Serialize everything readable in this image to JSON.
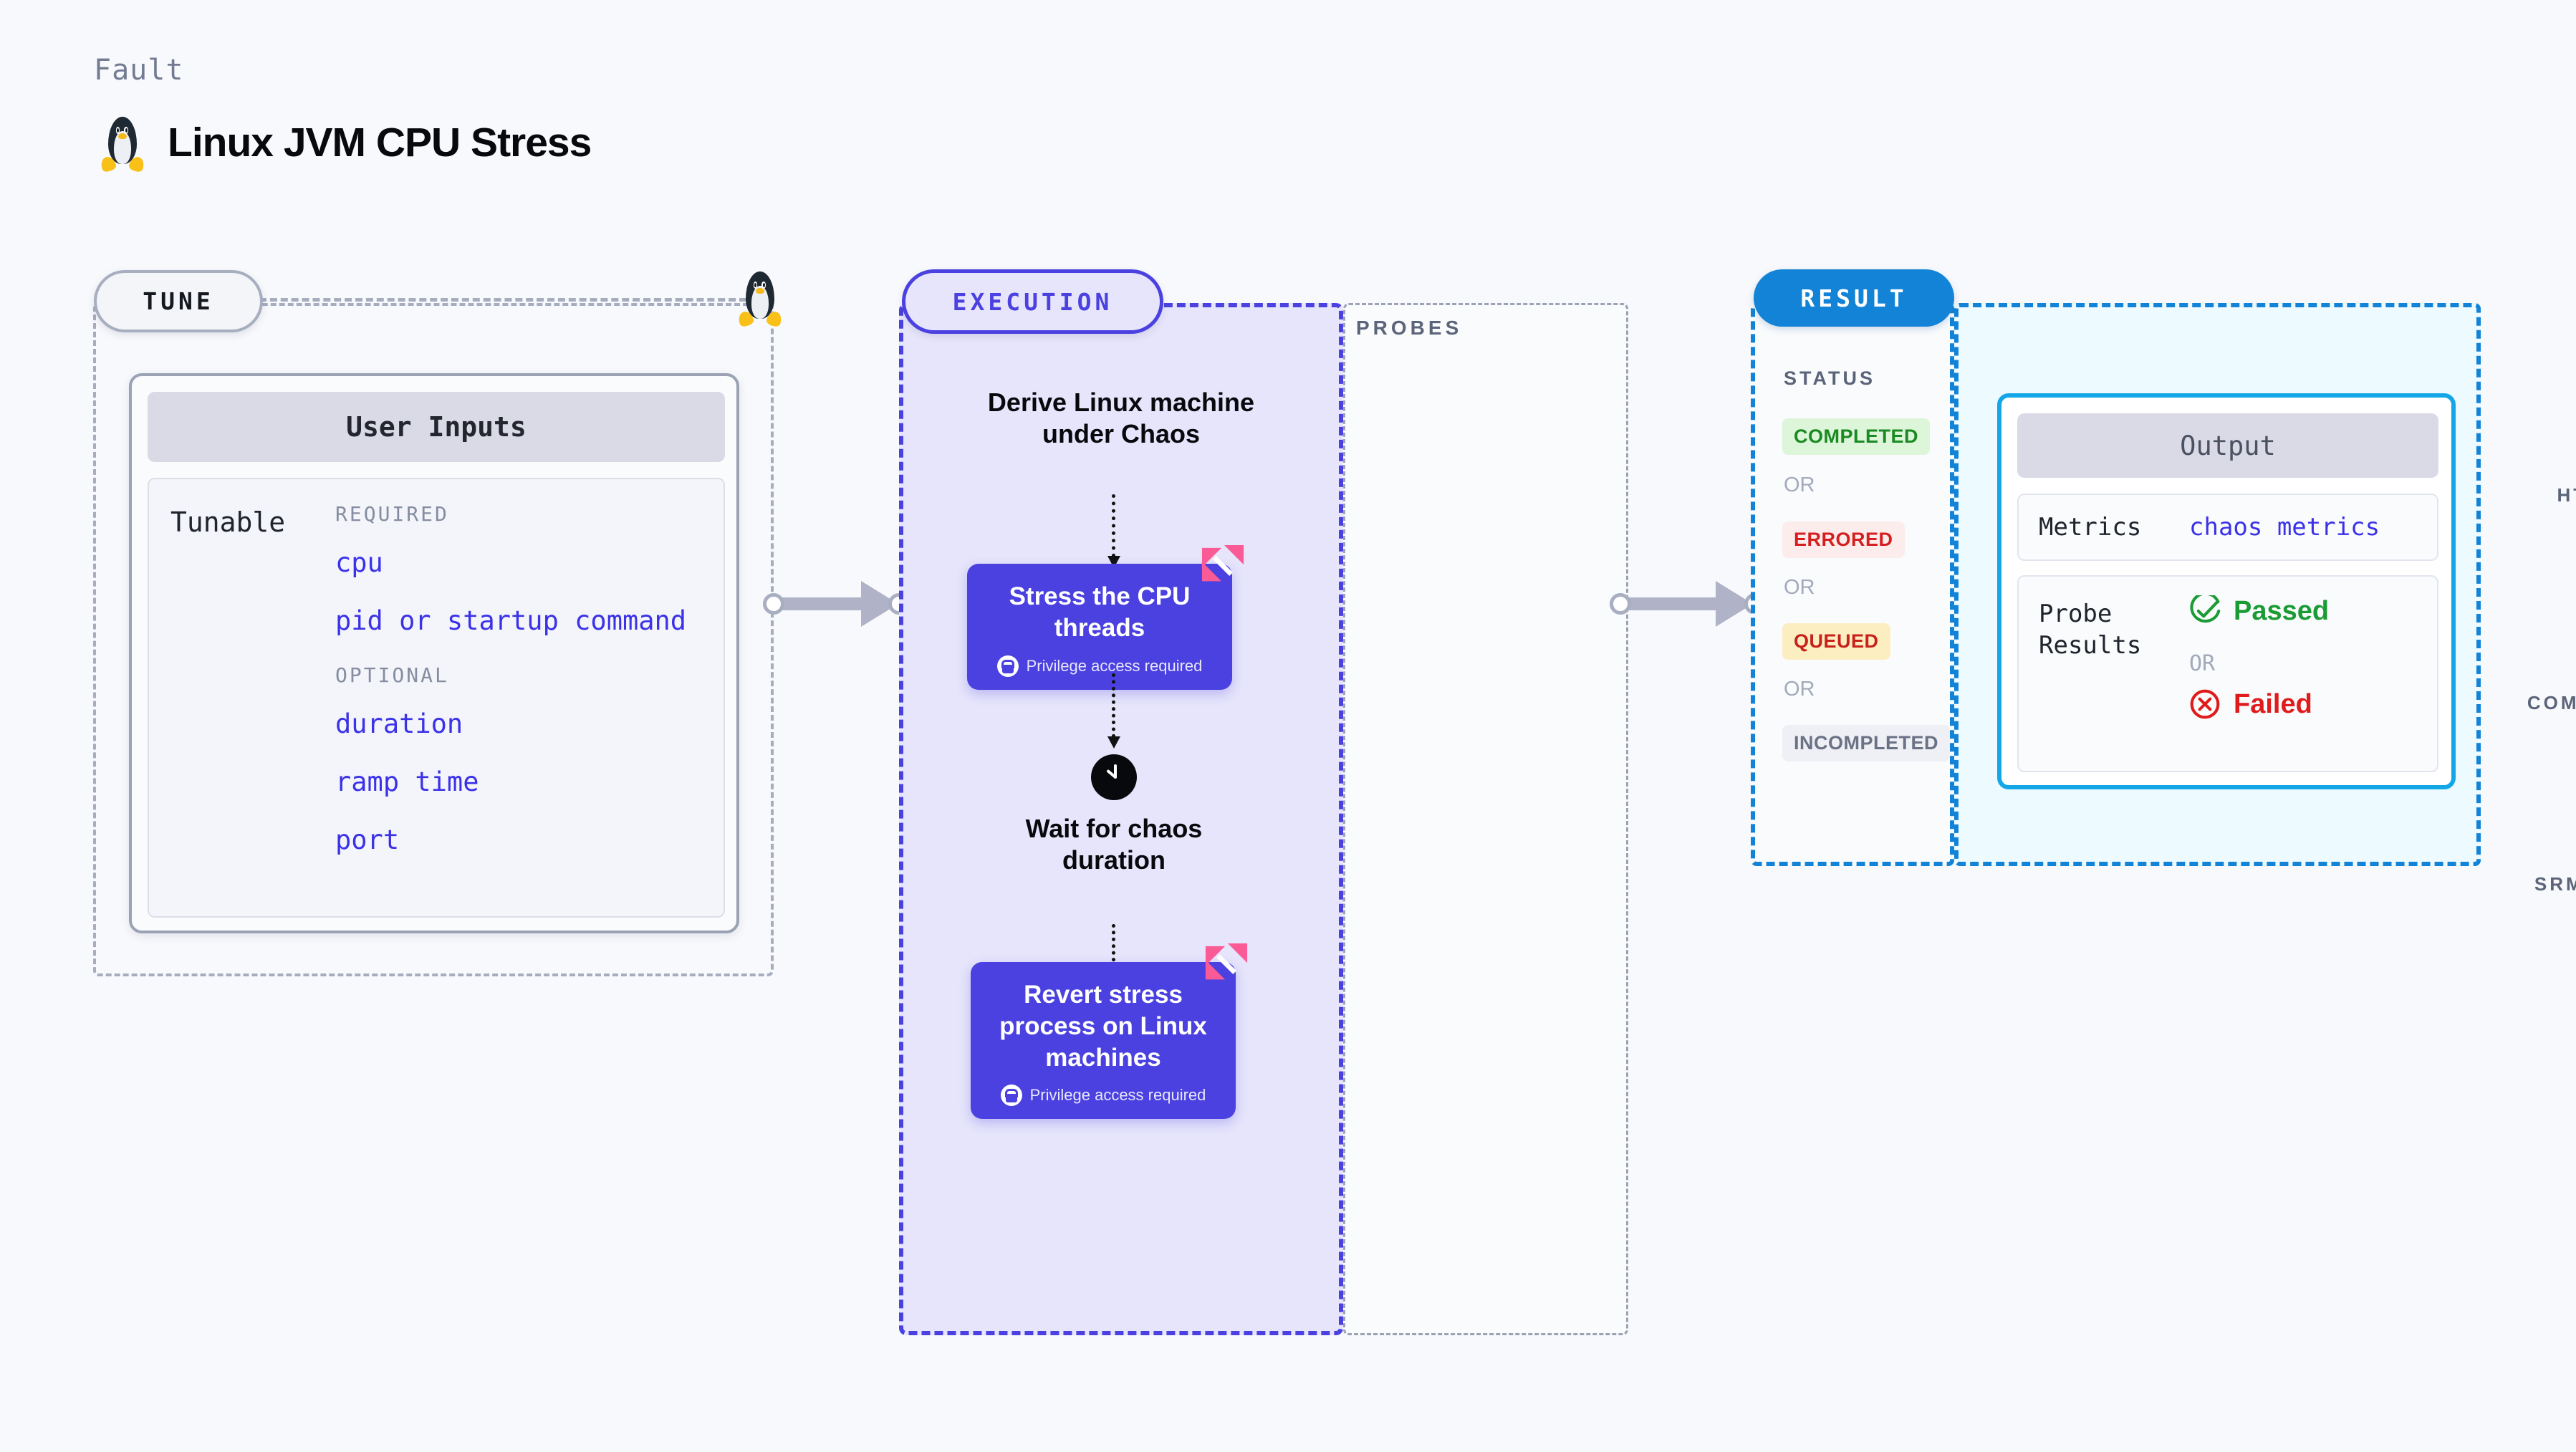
{
  "header": {
    "kicker": "Fault",
    "title": "Linux JVM CPU Stress",
    "icon": "linux-penguin-icon"
  },
  "tune": {
    "pill_label": "TUNE",
    "card_title": "User Inputs",
    "tunable_label": "Tunable",
    "groups": [
      {
        "heading": "REQUIRED",
        "items": [
          "cpu",
          "pid or startup command"
        ]
      },
      {
        "heading": "OPTIONAL",
        "items": [
          "duration",
          "ramp time",
          "port"
        ]
      }
    ]
  },
  "execution": {
    "pill_label": "EXECUTION",
    "steps": [
      {
        "type": "text",
        "label": "Derive Linux machine under Chaos"
      },
      {
        "type": "card",
        "label": "Stress the CPU threads",
        "note": "Privilege access required",
        "badge": "litmus-logo-icon"
      },
      {
        "type": "wait",
        "label": "Wait for chaos duration",
        "icon": "clock-icon"
      },
      {
        "type": "card",
        "label": "Revert stress process on Linux machines",
        "note": "Privilege access required",
        "badge": "litmus-logo-icon"
      }
    ]
  },
  "probes": {
    "label": "PROBES",
    "items": [
      {
        "caption": "HTTP PROBE",
        "icon": "globe-warning-icon"
      },
      {
        "caption": "COMMAND PROBE",
        "icon": "terminal-icon"
      },
      {
        "caption": "SRM SLO PROBE",
        "icon": "slo-donut-check-icon"
      }
    ]
  },
  "result": {
    "pill_label": "RESULT",
    "status_label": "STATUS",
    "or_label": "OR",
    "statuses": [
      {
        "text": "COMPLETED",
        "color": "#1a8a22",
        "bg": "#ddf5d9"
      },
      {
        "text": "ERRORED",
        "color": "#d41f1f",
        "bg": "#fdecec"
      },
      {
        "text": "QUEUED",
        "color": "#c7211b",
        "bg": "#fdeec2"
      },
      {
        "text": "INCOMPLETED",
        "color": "#6b7286",
        "bg": "#eff0f5"
      }
    ],
    "output": {
      "title": "Output",
      "metrics_label": "Metrics",
      "metrics_value": "chaos metrics",
      "probe_results_label": "Probe Results",
      "passed_label": "Passed",
      "or_label": "OR",
      "failed_label": "Failed"
    }
  },
  "colors": {
    "accent_purple": "#4a41e0",
    "accent_blue": "#1283d6",
    "tunable_link": "#3b32e8",
    "litmus_pink": "#fa5a96"
  }
}
